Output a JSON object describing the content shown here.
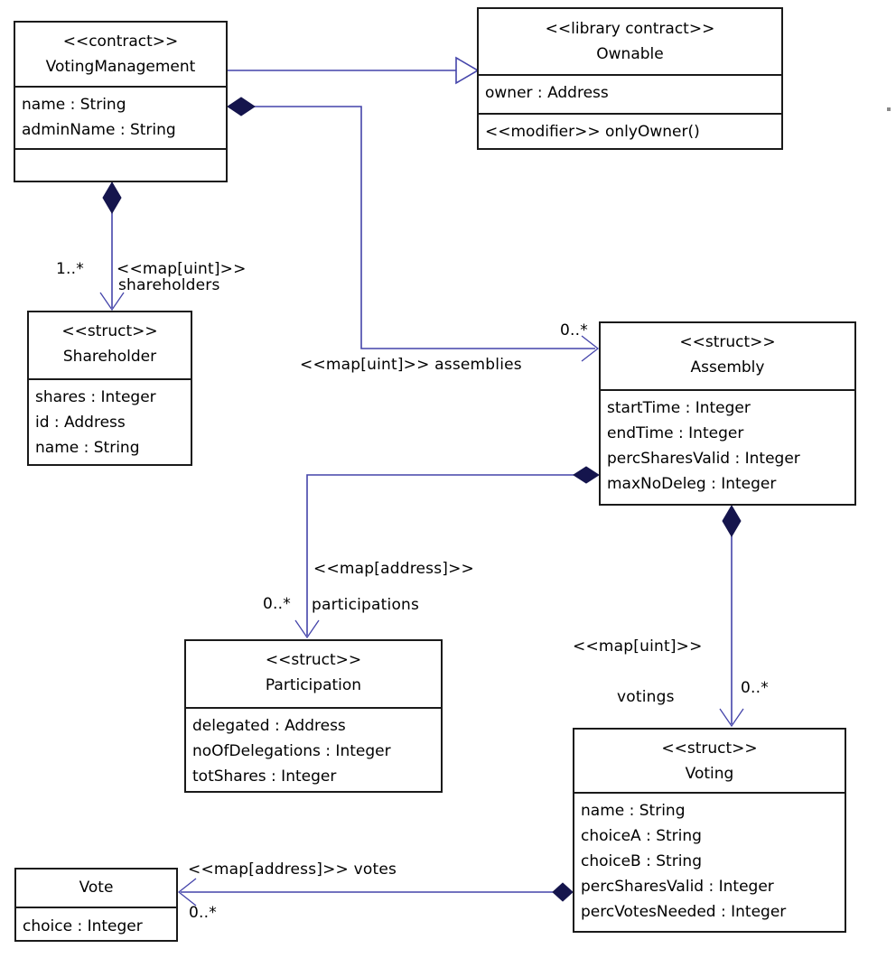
{
  "colors": {
    "background": "#ffffff",
    "box_border": "#1a1a1a",
    "box_fill": "#ffffff",
    "edge_line": "#4444aa",
    "diamond_fill": "#15154d",
    "text": "#000000"
  },
  "classes": {
    "voting_management": {
      "stereotype": "<<contract>>",
      "name": "VotingManagement",
      "attributes": [
        "name : String",
        "adminName : String"
      ]
    },
    "ownable": {
      "stereotype": "<<library contract>>",
      "name": "Ownable",
      "attributes": [
        "owner : Address"
      ],
      "operations": [
        "<<modifier>> onlyOwner()"
      ]
    },
    "shareholder": {
      "stereotype": "<<struct>>",
      "name": "Shareholder",
      "attributes": [
        "shares : Integer",
        "id : Address",
        "name : String"
      ]
    },
    "assembly": {
      "stereotype": "<<struct>>",
      "name": "Assembly",
      "attributes": [
        "startTime : Integer",
        "endTime : Integer",
        "percSharesValid : Integer",
        "maxNoDeleg : Integer"
      ]
    },
    "participation": {
      "stereotype": "<<struct>>",
      "name": "Participation",
      "attributes": [
        "delegated : Address",
        "noOfDelegations : Integer",
        "totShares : Integer"
      ]
    },
    "voting": {
      "stereotype": "<<struct>>",
      "name": "Voting",
      "attributes": [
        "name : String",
        "choiceA : String",
        "choiceB : String",
        "percSharesValid : Integer",
        "percVotesNeeded : Integer"
      ]
    },
    "vote": {
      "name": "Vote",
      "attributes": [
        "choice : Integer"
      ]
    }
  },
  "edges": {
    "shareholders": {
      "multiplicity": "1..*",
      "stereotype": "<<map[uint]>>",
      "name": "shareholders"
    },
    "assemblies": {
      "label": "<<map[uint]>> assemblies",
      "multiplicity": "0..*"
    },
    "participations": {
      "stereotype": "<<map[address]>>",
      "multiplicity": "0..*",
      "name": "participations"
    },
    "votings": {
      "stereotype": "<<map[uint]>>",
      "name": "votings",
      "multiplicity": "0..*"
    },
    "votes": {
      "label": "<<map[address]>> votes",
      "multiplicity": "0..*"
    }
  }
}
